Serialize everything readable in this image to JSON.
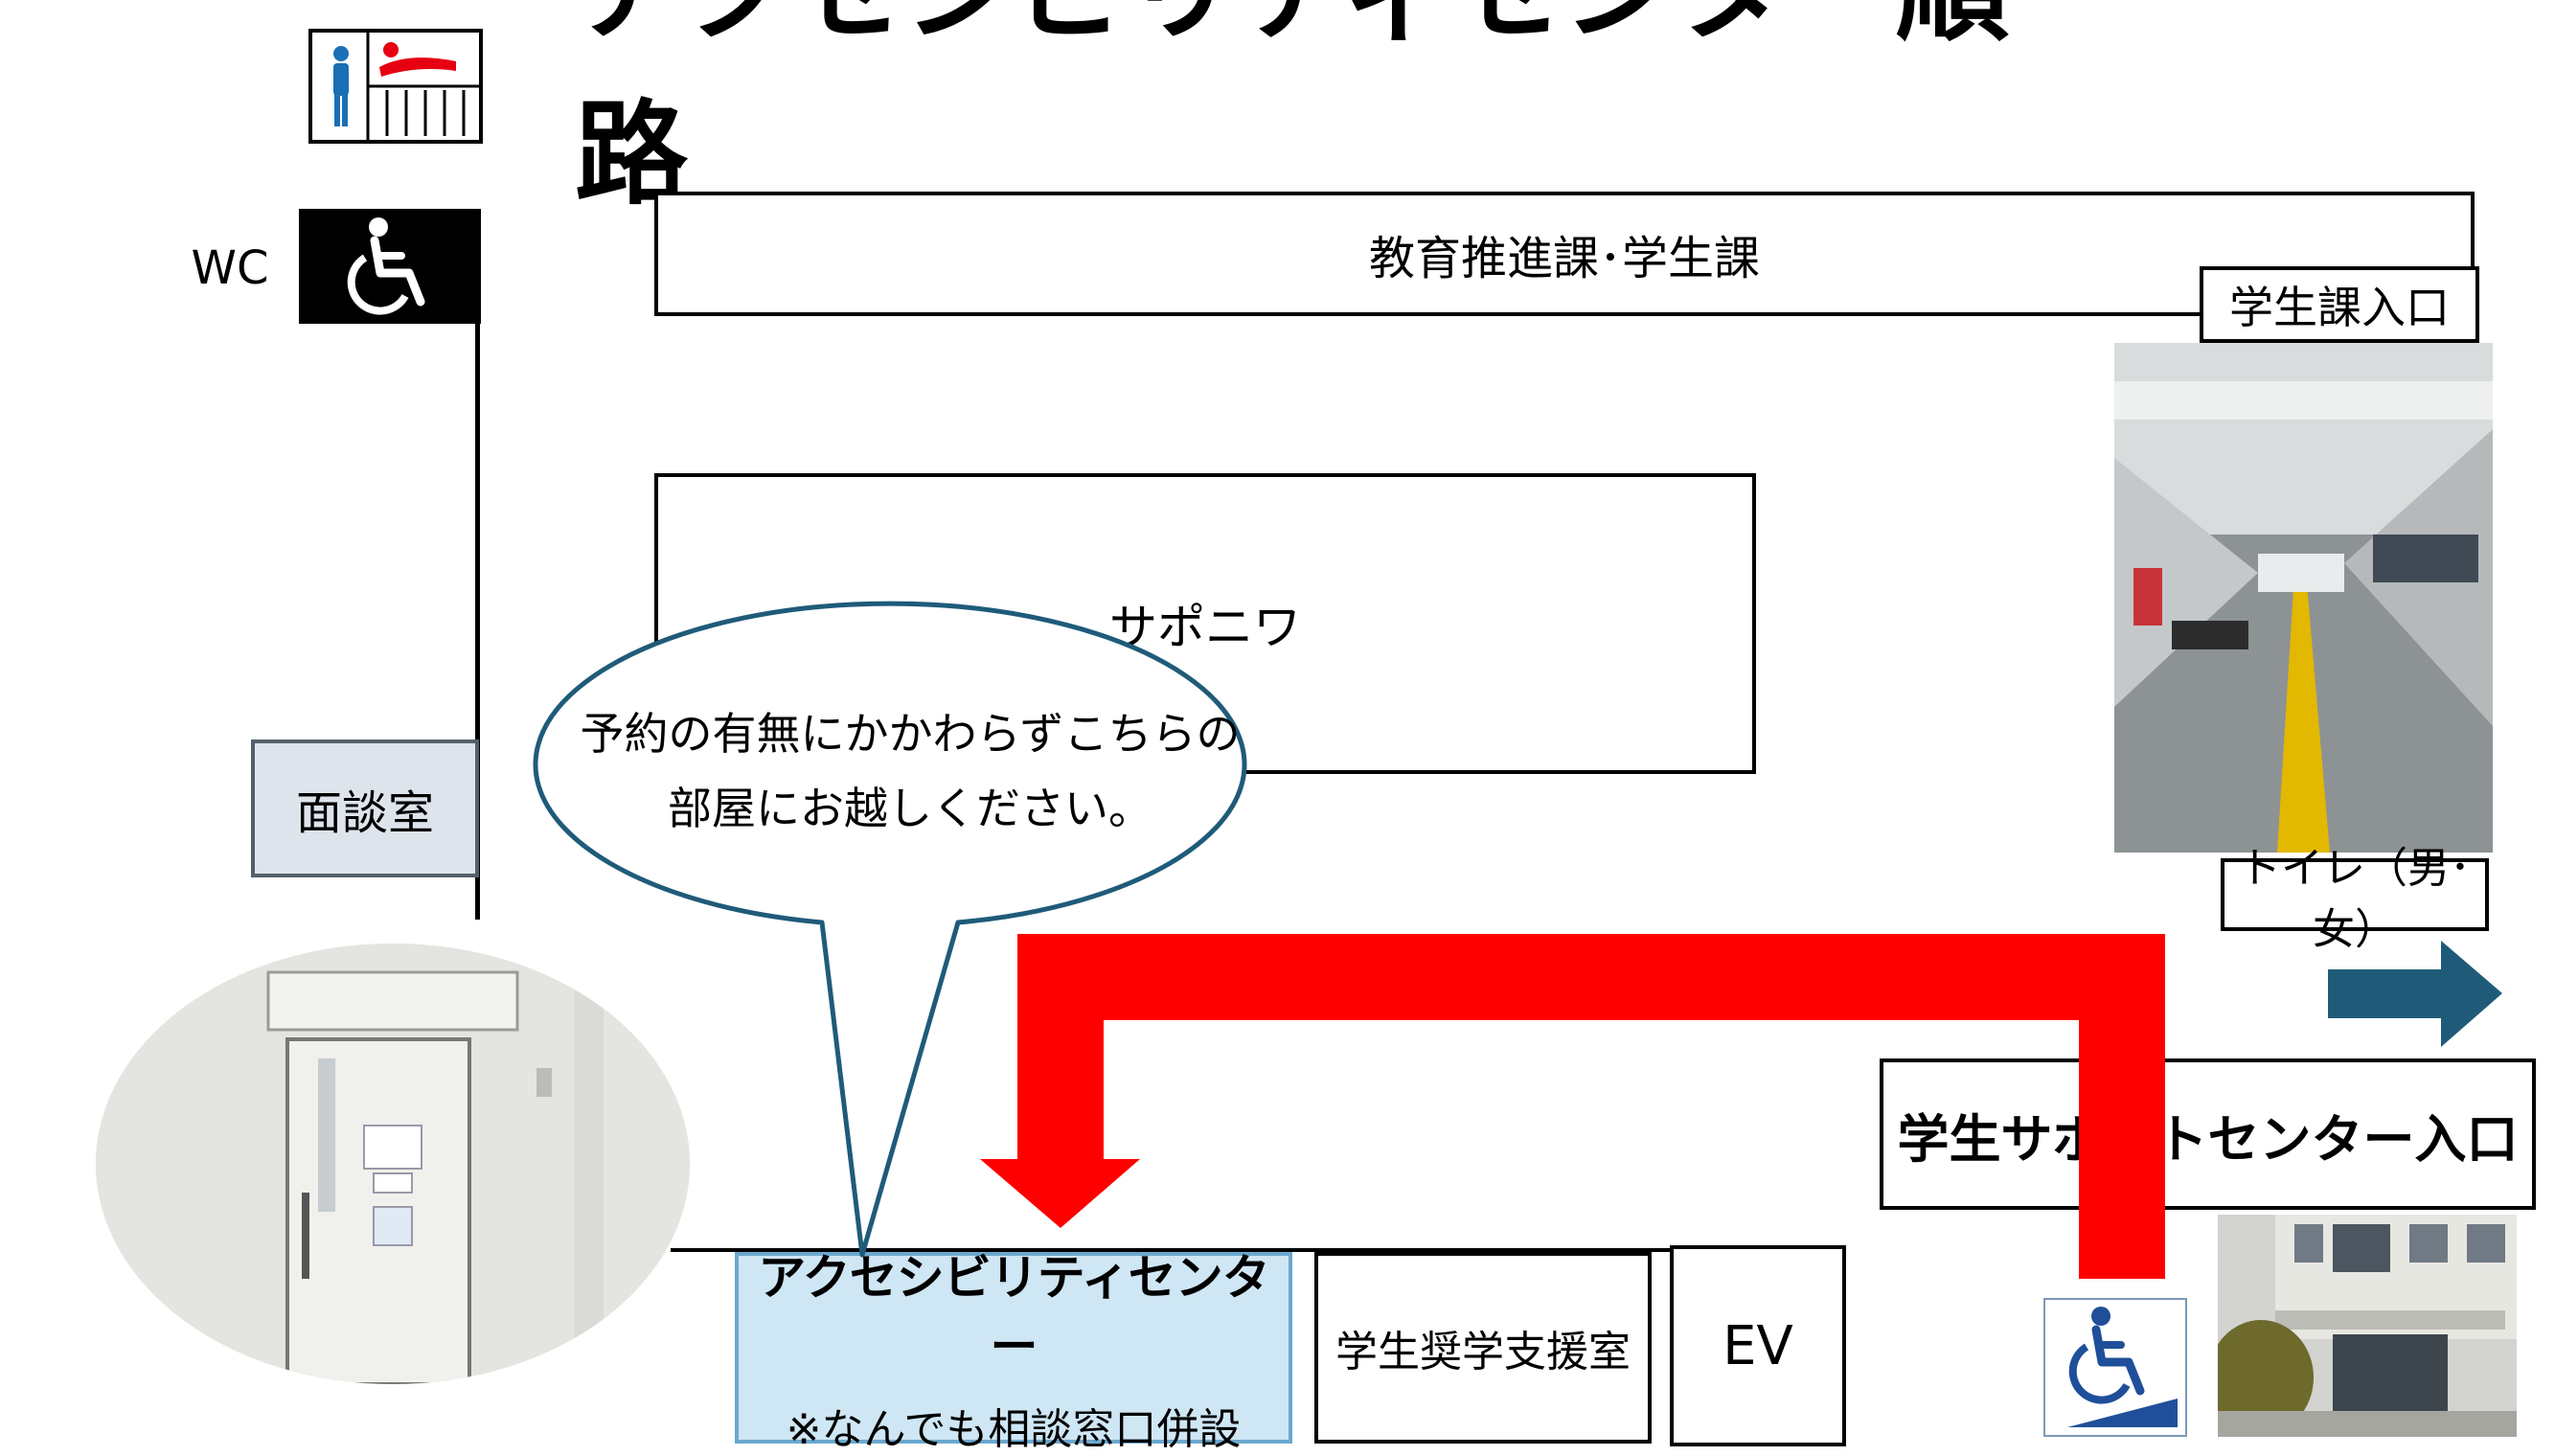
{
  "title": "アクセシビリティセンター順路",
  "labels": {
    "wc": "WC",
    "kyoiku": "教育推進課･学生課",
    "gakuseika_entrance": "学生課入口",
    "saponiwa": "サポニワ",
    "mendan": "面談室",
    "toilet": "トイレ（男･女）",
    "entrance": "学生サポートセンター入口",
    "shogaku": "学生奨学支援室",
    "ev": "EV"
  },
  "accessibility": {
    "name": "アクセシビリティセンター",
    "note": "※なんでも相談窓口併設"
  },
  "bubble": {
    "line1": "予約の有無にかかわらずこちらの",
    "line2": "部屋にお越しください。"
  },
  "icons": {
    "restroom": "restroom-icon",
    "wheelchair": "wheelchair-icon",
    "ramp": "wheelchair-ramp-icon",
    "arrow": "right-arrow-icon"
  },
  "colors": {
    "route": "#ff0000",
    "accessibility_fill": "#cfe6f4",
    "bubble_outline": "#1f5b79",
    "arrow": "#1f5b79"
  }
}
